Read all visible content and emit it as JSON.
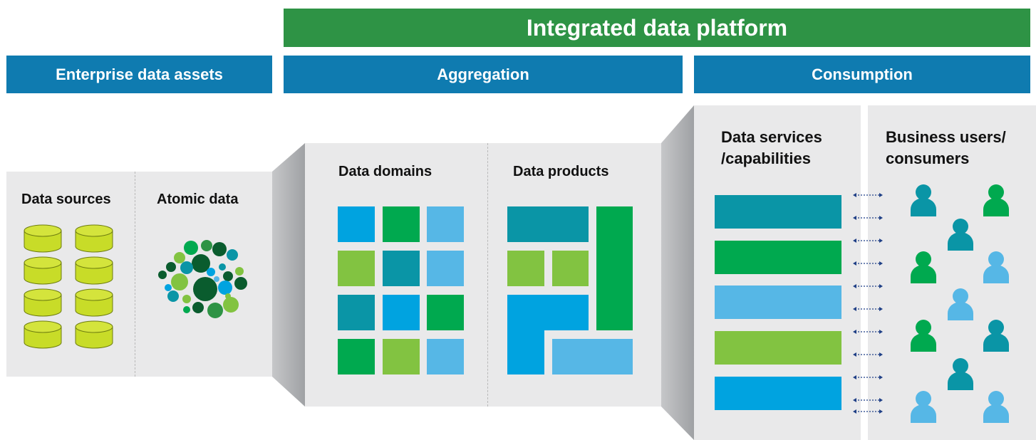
{
  "header": {
    "title": "Integrated data platform",
    "stage_enterprise": "Enterprise data assets",
    "stage_aggregation": "Aggregation",
    "stage_consumption": "Consumption"
  },
  "enterprise": {
    "sources_label": "Data sources",
    "atomic_label": "Atomic data"
  },
  "aggregation": {
    "domains_label": "Data domains",
    "products_label": "Data products"
  },
  "consumption": {
    "services_label_line1": "Data services",
    "services_label_line2": "/capabilities",
    "users_label_line1": "Business users/",
    "users_label_line2": "consumers"
  },
  "colors": {
    "platform_green": "#2e9345",
    "stage_blue": "#0f7bb0",
    "teal": "#0a95a6",
    "green": "#00a94f",
    "light_green": "#82c341",
    "sky": "#56b7e6",
    "blue": "#00a3e0",
    "cylinder": "#c8dc28"
  }
}
